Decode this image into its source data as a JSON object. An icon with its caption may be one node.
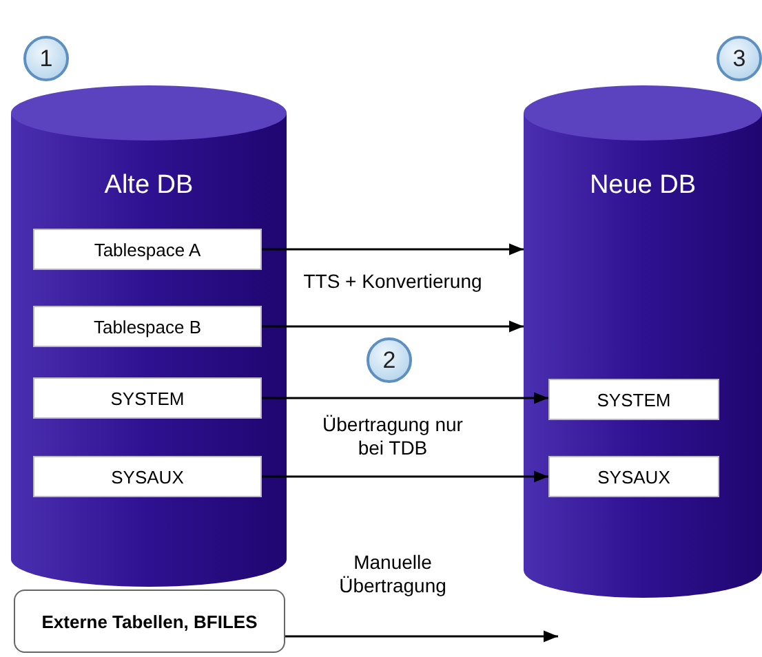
{
  "diagram": {
    "nodes": [
      {
        "text": [
          "1"
        ]
      },
      {
        "text": [
          "3"
        ]
      },
      {
        "text": [
          "Alte DB"
        ]
      },
      {
        "text": [
          "Tablespace A"
        ],
        "in": 2
      },
      {
        "text": [
          "Tablespace B"
        ],
        "in": 2
      },
      {
        "text": [
          "SYSTEM"
        ],
        "in": 2
      },
      {
        "text": [
          "SYSAUX"
        ],
        "in": 2
      },
      {
        "text": [
          "Neue DB"
        ]
      },
      {
        "text": [
          "SYSTEM"
        ],
        "in": 7
      },
      {
        "text": [
          "SYSAUX"
        ],
        "in": 7
      },
      {
        "text": [
          "2"
        ]
      },
      {
        "text": [
          "Externe Tabellen, BFILES"
        ]
      }
    ],
    "edges": [
      {
        "from": 3,
        "to": 7,
        "arrow": "to"
      },
      {
        "from": 4,
        "to": 7,
        "arrow": "to"
      },
      {
        "from": 5,
        "to": 8,
        "arrow": "to"
      },
      {
        "from": 6,
        "to": 9,
        "arrow": "to"
      },
      {
        "from": 11,
        "to": null,
        "arrow": "to"
      }
    ],
    "labels": [
      "TTS + Konvertierung",
      "Übertragung nur bei TDB",
      "Manuelle Übertragung"
    ]
  }
}
